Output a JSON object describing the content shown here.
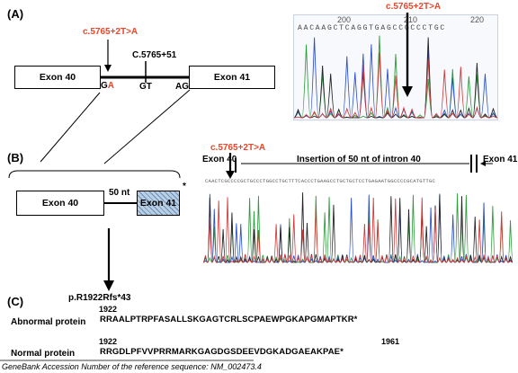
{
  "panel_a": {
    "label": "(A)",
    "mutation_label": "c.5765+2T>A",
    "site_label": "C.5765+51",
    "exon40": "Exon 40",
    "exon41": "Exon 41",
    "ga_g": "G",
    "ga_a": "A",
    "gt": "GT",
    "ag": "AG",
    "chrom_mutation_label": "c.5765+2T>A",
    "chrom_scale": [
      "200",
      "210",
      "220"
    ],
    "chrom_bases": "AACAAGCTCAGGTGAGCCGCCCTGC"
  },
  "panel_b": {
    "label": "(B)",
    "exon40": "Exon 40",
    "exon41": "Exon 41",
    "nt": "50 nt",
    "asterisk": "*",
    "mutation_label": "c.5765+2T>A",
    "exon40_right": "Exon 40",
    "insertion_label": "Insertion of 50 nt of intron 40",
    "exon41_right": "Exon 41",
    "chrom_bases": "CAACTCGCCCCGCTGCCCTGGCCTGCTTTCACCCTGAAGCCTGCTGCTCCTGAGAATGGCCCCGCATGTTGC"
  },
  "panel_c": {
    "label": "(C)",
    "protein_change": "p.R1922Rfs*43",
    "abnormal_label": "Abnormal protein",
    "abnormal_start": "1922",
    "abnormal_seq": "RRAALPTRPFASALLSKGAGTCRLSCPAEWPGKAPGMAPTKR*",
    "normal_label": "Normal protein",
    "normal_start": "1922",
    "normal_end": "1961",
    "normal_seq": "RRGDLPFVVPRRMARKGAGDGSDEEVDGKADGAEAKPAE*"
  },
  "footer": {
    "accession_note": "GeneBank Accession Number of the reference sequence: NM_002473.4"
  },
  "colors": {
    "mutation_red": "#e8472b",
    "trace_green": "#2e9a3c",
    "trace_blue": "#2b4fc9",
    "trace_red": "#d13a3a",
    "trace_black": "#222222",
    "hatch": "#6e8fb3"
  }
}
